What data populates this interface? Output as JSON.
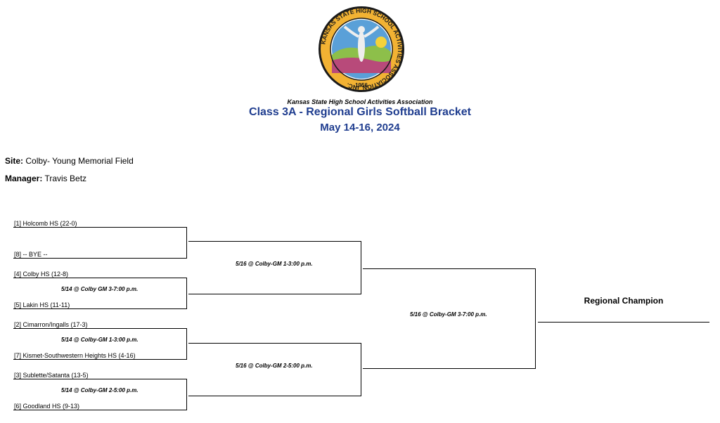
{
  "header": {
    "org": "Kansas State High School Activities Association",
    "title": "Class 3A - Regional Girls Softball Bracket",
    "dates": "May 14-16, 2024",
    "logo_text": "KANSAS STATE HIGH SCHOOL ACTIVITIES ASSOCIATION, INC.",
    "logo_year": "1956"
  },
  "meta": {
    "site_label": "Site:",
    "site_value": "Colby- Young Memorial Field",
    "manager_label": "Manager:",
    "manager_value": "Travis Betz"
  },
  "teams": [
    "[1] Holcomb HS   (22-0)",
    "[8] -- BYE --",
    "[4] Colby HS   (12-8)",
    "[5] Lakin HS  (11-11)",
    "[2] Cimarron/Ingalls   (17-3)",
    "[7] Kismet-Southwestern Heights HS  (4-16)",
    "[3] Sublette/Satanta   (13-5)",
    "[6] Goodland HS  (9-13)"
  ],
  "games": {
    "r1_g2": "5/14 @ Colby GM 3-7:00 p.m.",
    "r1_g3": "5/14 @ Colby-GM 1-3:00 p.m.",
    "r1_g4": "5/14 @ Colby-GM 2-5:00 p.m.",
    "r2_g1": "5/16 @ Colby-GM 1-3:00 p.m.",
    "r2_g2": "5/16 @ Colby-GM 2-5:00 p.m.",
    "final": "5/16 @ Colby-GM 3-7:00 p.m."
  },
  "champion_label": "Regional Champion",
  "colors": {
    "title": "#1f3d8f"
  }
}
